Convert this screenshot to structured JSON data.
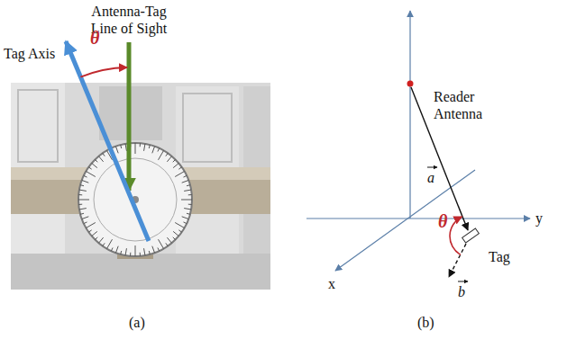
{
  "diagram": {
    "labels": [
      "Antenna-Tag Line of Sight",
      "Tag Axis",
      "θ",
      "Reader Antenna",
      "a",
      "θ",
      "Tag",
      "b",
      "x",
      "y",
      "(a)",
      "(b)"
    ]
  }
}
